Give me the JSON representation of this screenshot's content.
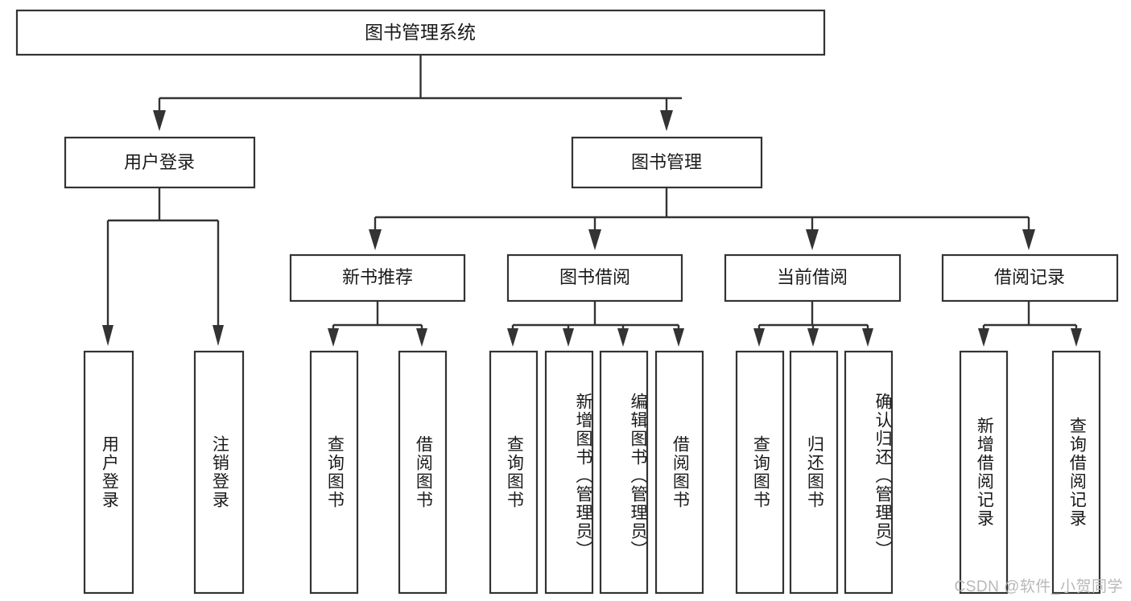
{
  "diagram": {
    "type": "tree-hierarchy-chart",
    "title_node": {
      "label": "图书管理系统"
    },
    "level2": [
      {
        "id": "user-login",
        "label": "用户登录"
      },
      {
        "id": "book-management",
        "label": "图书管理"
      }
    ],
    "level3": [
      {
        "id": "new-book-recommend",
        "label": "新书推荐",
        "parent": "book-management"
      },
      {
        "id": "book-borrow",
        "label": "图书借阅",
        "parent": "book-management"
      },
      {
        "id": "current-borrow",
        "label": "当前借阅",
        "parent": "book-management"
      },
      {
        "id": "borrow-record",
        "label": "借阅记录",
        "parent": "book-management"
      }
    ],
    "leaves": [
      {
        "id": "leaf-user-login",
        "label": "用户登录",
        "parent": "user-login"
      },
      {
        "id": "leaf-logout-login",
        "label": "注销登录",
        "parent": "user-login"
      },
      {
        "id": "leaf-query-book-1",
        "label": "查询图书",
        "parent": "new-book-recommend"
      },
      {
        "id": "leaf-borrow-book-1",
        "label": "借阅图书",
        "parent": "new-book-recommend"
      },
      {
        "id": "leaf-query-book-2",
        "label": "查询图书",
        "parent": "book-borrow"
      },
      {
        "id": "leaf-add-book",
        "label": "新增图书（管理员）",
        "parent": "book-borrow"
      },
      {
        "id": "leaf-edit-book",
        "label": "编辑图书（管理员）",
        "parent": "book-borrow"
      },
      {
        "id": "leaf-borrow-book-2",
        "label": "借阅图书",
        "parent": "book-borrow"
      },
      {
        "id": "leaf-query-book-3",
        "label": "查询图书",
        "parent": "current-borrow"
      },
      {
        "id": "leaf-return-book",
        "label": "归还图书",
        "parent": "current-borrow"
      },
      {
        "id": "leaf-confirm-return",
        "label": "确认归还（管理员）",
        "parent": "current-borrow"
      },
      {
        "id": "leaf-add-record",
        "label": "新增借阅记录",
        "parent": "borrow-record"
      },
      {
        "id": "leaf-query-record",
        "label": "查询借阅记录",
        "parent": "borrow-record"
      }
    ],
    "watermark": "CSDN @软件_小贺同学",
    "colors": {
      "stroke": "#333333",
      "fill": "#ffffff",
      "text": "#1a1a1a",
      "watermark": "#b8b8b8",
      "background": "#ffffff"
    }
  }
}
